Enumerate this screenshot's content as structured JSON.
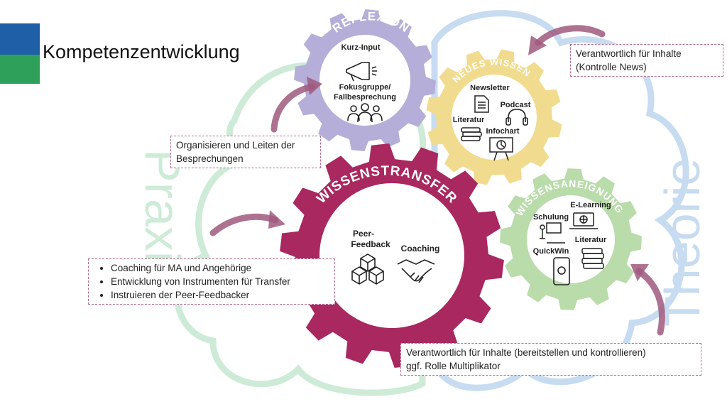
{
  "title": "Kompetenzentwicklung",
  "side_labels": {
    "left": "Praxis",
    "right": "Theorie"
  },
  "gears": {
    "reflexion": {
      "title": "REFLEXION",
      "color": "#b4aed8",
      "items": [
        {
          "label": "Kurz-Input",
          "icon": "megaphone-icon"
        },
        {
          "label_line1": "Fokusgruppe/",
          "label_line2": "Fallbesprechung",
          "icon": "group-icon"
        }
      ]
    },
    "neues_wissen": {
      "title": "NEUES WISSEN",
      "color": "#f1db8e",
      "items": [
        {
          "label": "Newsletter",
          "icon": "document-icon"
        },
        {
          "label": "Podcast",
          "icon": "headphones-icon"
        },
        {
          "label": "Literatur",
          "icon": "books-icon"
        },
        {
          "label": "Infochart",
          "icon": "presentation-icon"
        }
      ]
    },
    "wissenstransfer": {
      "title": "WISSENSTRANSFER",
      "color": "#a8285f",
      "items": [
        {
          "label_line1": "Peer-",
          "label_line2": "Feedback",
          "icon": "cubes-icon"
        },
        {
          "label": "Coaching",
          "icon": "handshake-icon"
        }
      ]
    },
    "wissensaneignung": {
      "title": "WISSENSANEIGNUNG",
      "color": "#b9dcaa",
      "items": [
        {
          "label": "E-Learning",
          "icon": "laptop-icon"
        },
        {
          "label": "Schulung",
          "icon": "teacher-icon"
        },
        {
          "label": "Literatur",
          "icon": "books-icon"
        },
        {
          "label": "QuickWin",
          "icon": "smartphone-icon"
        }
      ]
    }
  },
  "callouts": {
    "top_right": {
      "line1": "Verantwortlich für Inhalte",
      "line2": "(Kontrolle News)"
    },
    "left_top": {
      "line1": "Organisieren und Leiten der",
      "line2": "Besprechungen"
    },
    "left_bottom": {
      "bullets": [
        "Coaching für MA und Angehörige",
        "Entwicklung von Instrumenten für Transfer",
        "Instruieren der Peer-Feedbacker"
      ]
    },
    "bottom_right": {
      "line1": "Verantwortlich für Inhalte (bereitstellen und kontrollieren)",
      "line2": "ggf. Rolle Multiplikator"
    }
  },
  "colors": {
    "praxis": "#cdebd7",
    "theorie": "#c7dbf1",
    "arrow": "#a0597e",
    "callout_border": "#b06a90"
  }
}
